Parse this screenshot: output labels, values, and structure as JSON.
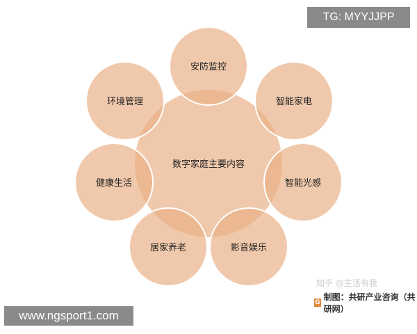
{
  "diagram": {
    "center": "数字家庭主要内容",
    "items": [
      "安防监控",
      "智能家电",
      "智能光感",
      "影音娱乐",
      "居家养老",
      "健康生活",
      "环境管理"
    ],
    "colors": {
      "circle": "#e9b085",
      "stroke": "#ffffff"
    }
  },
  "overlay": {
    "tg_label": "TG: MYYJJPP",
    "site_label": "www.ngsport1.com",
    "zhihu_watermark": "知乎 @生活有我",
    "credit_logo": "G",
    "credit": "制图：共研产业咨询（共研网）"
  }
}
